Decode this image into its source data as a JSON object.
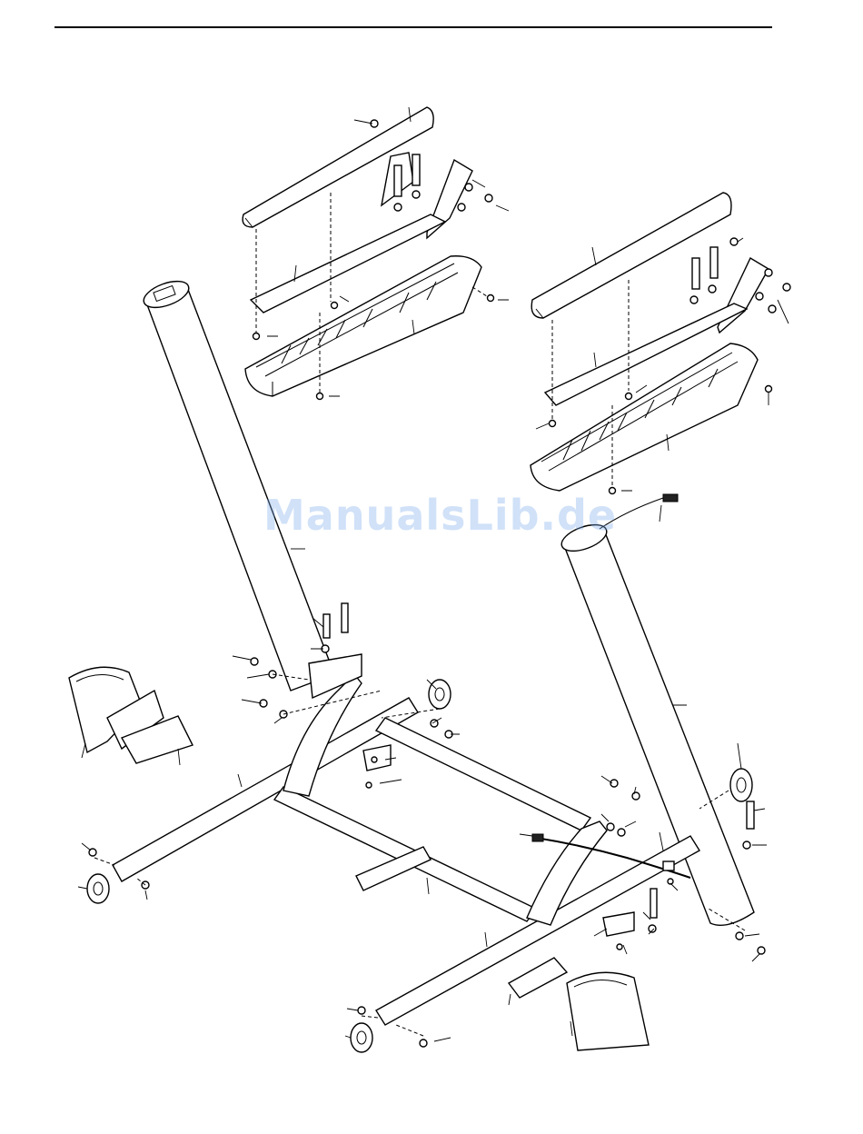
{
  "page": {
    "watermark_text": "ManualsLib.de"
  },
  "colors": {
    "line": "#000000",
    "background": "#ffffff",
    "watermark": "#78aaeb"
  },
  "diagram": {
    "description_parts": [
      "upright-left",
      "upright-right",
      "handlebar-left",
      "handlebar-right",
      "base-frame",
      "foot-cover",
      "wheel",
      "bolt",
      "washer",
      "nut",
      "wire-harness"
    ]
  }
}
